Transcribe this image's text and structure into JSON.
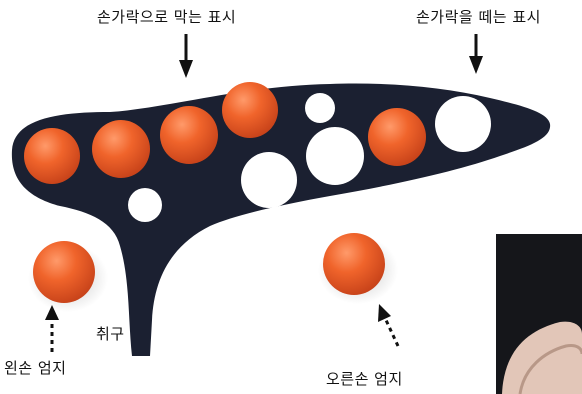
{
  "labels": {
    "closed_hole_indicator": "손가락으로 막는 표시",
    "open_hole_indicator": "손가락을 떼는 표시",
    "mouthpiece": "취구",
    "left_thumb": "왼손 엄지",
    "right_thumb": "오른손 엄지"
  },
  "colors": {
    "ocarina_body": "#1b2031",
    "closed_hole": "#f0642b",
    "open_hole": "#ffffff",
    "arrow": "#111111",
    "photo_dark": "#15161a"
  },
  "holes": {
    "top_row": [
      "closed",
      "closed",
      "closed",
      "closed",
      "open",
      "open",
      "open",
      "closed",
      "open"
    ],
    "bottom_small": "open",
    "left_thumb_hole": "closed",
    "right_thumb_hole": "closed"
  }
}
